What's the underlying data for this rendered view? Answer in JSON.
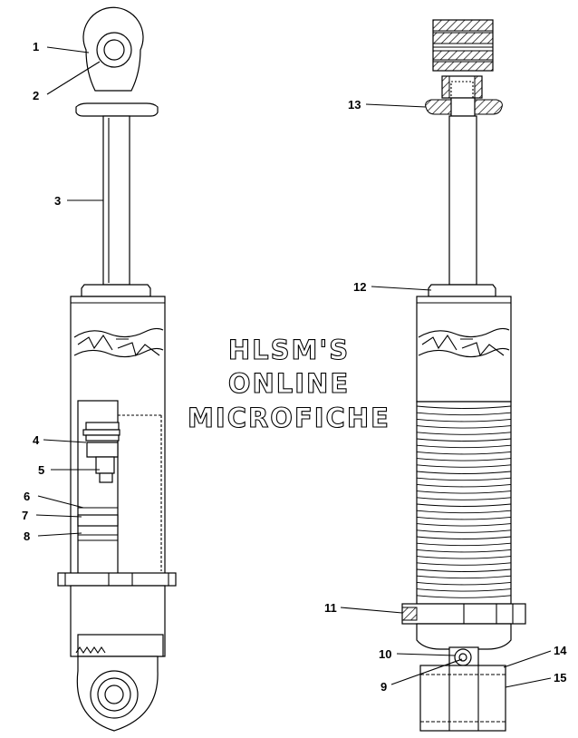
{
  "watermark": {
    "line1": "HLSM'S",
    "line2": "ONLINE",
    "line3": "MICROFICHE"
  },
  "callouts": [
    "1",
    "2",
    "3",
    "4",
    "5",
    "6",
    "7",
    "8",
    "9",
    "10",
    "11",
    "12",
    "13",
    "14",
    "15"
  ]
}
